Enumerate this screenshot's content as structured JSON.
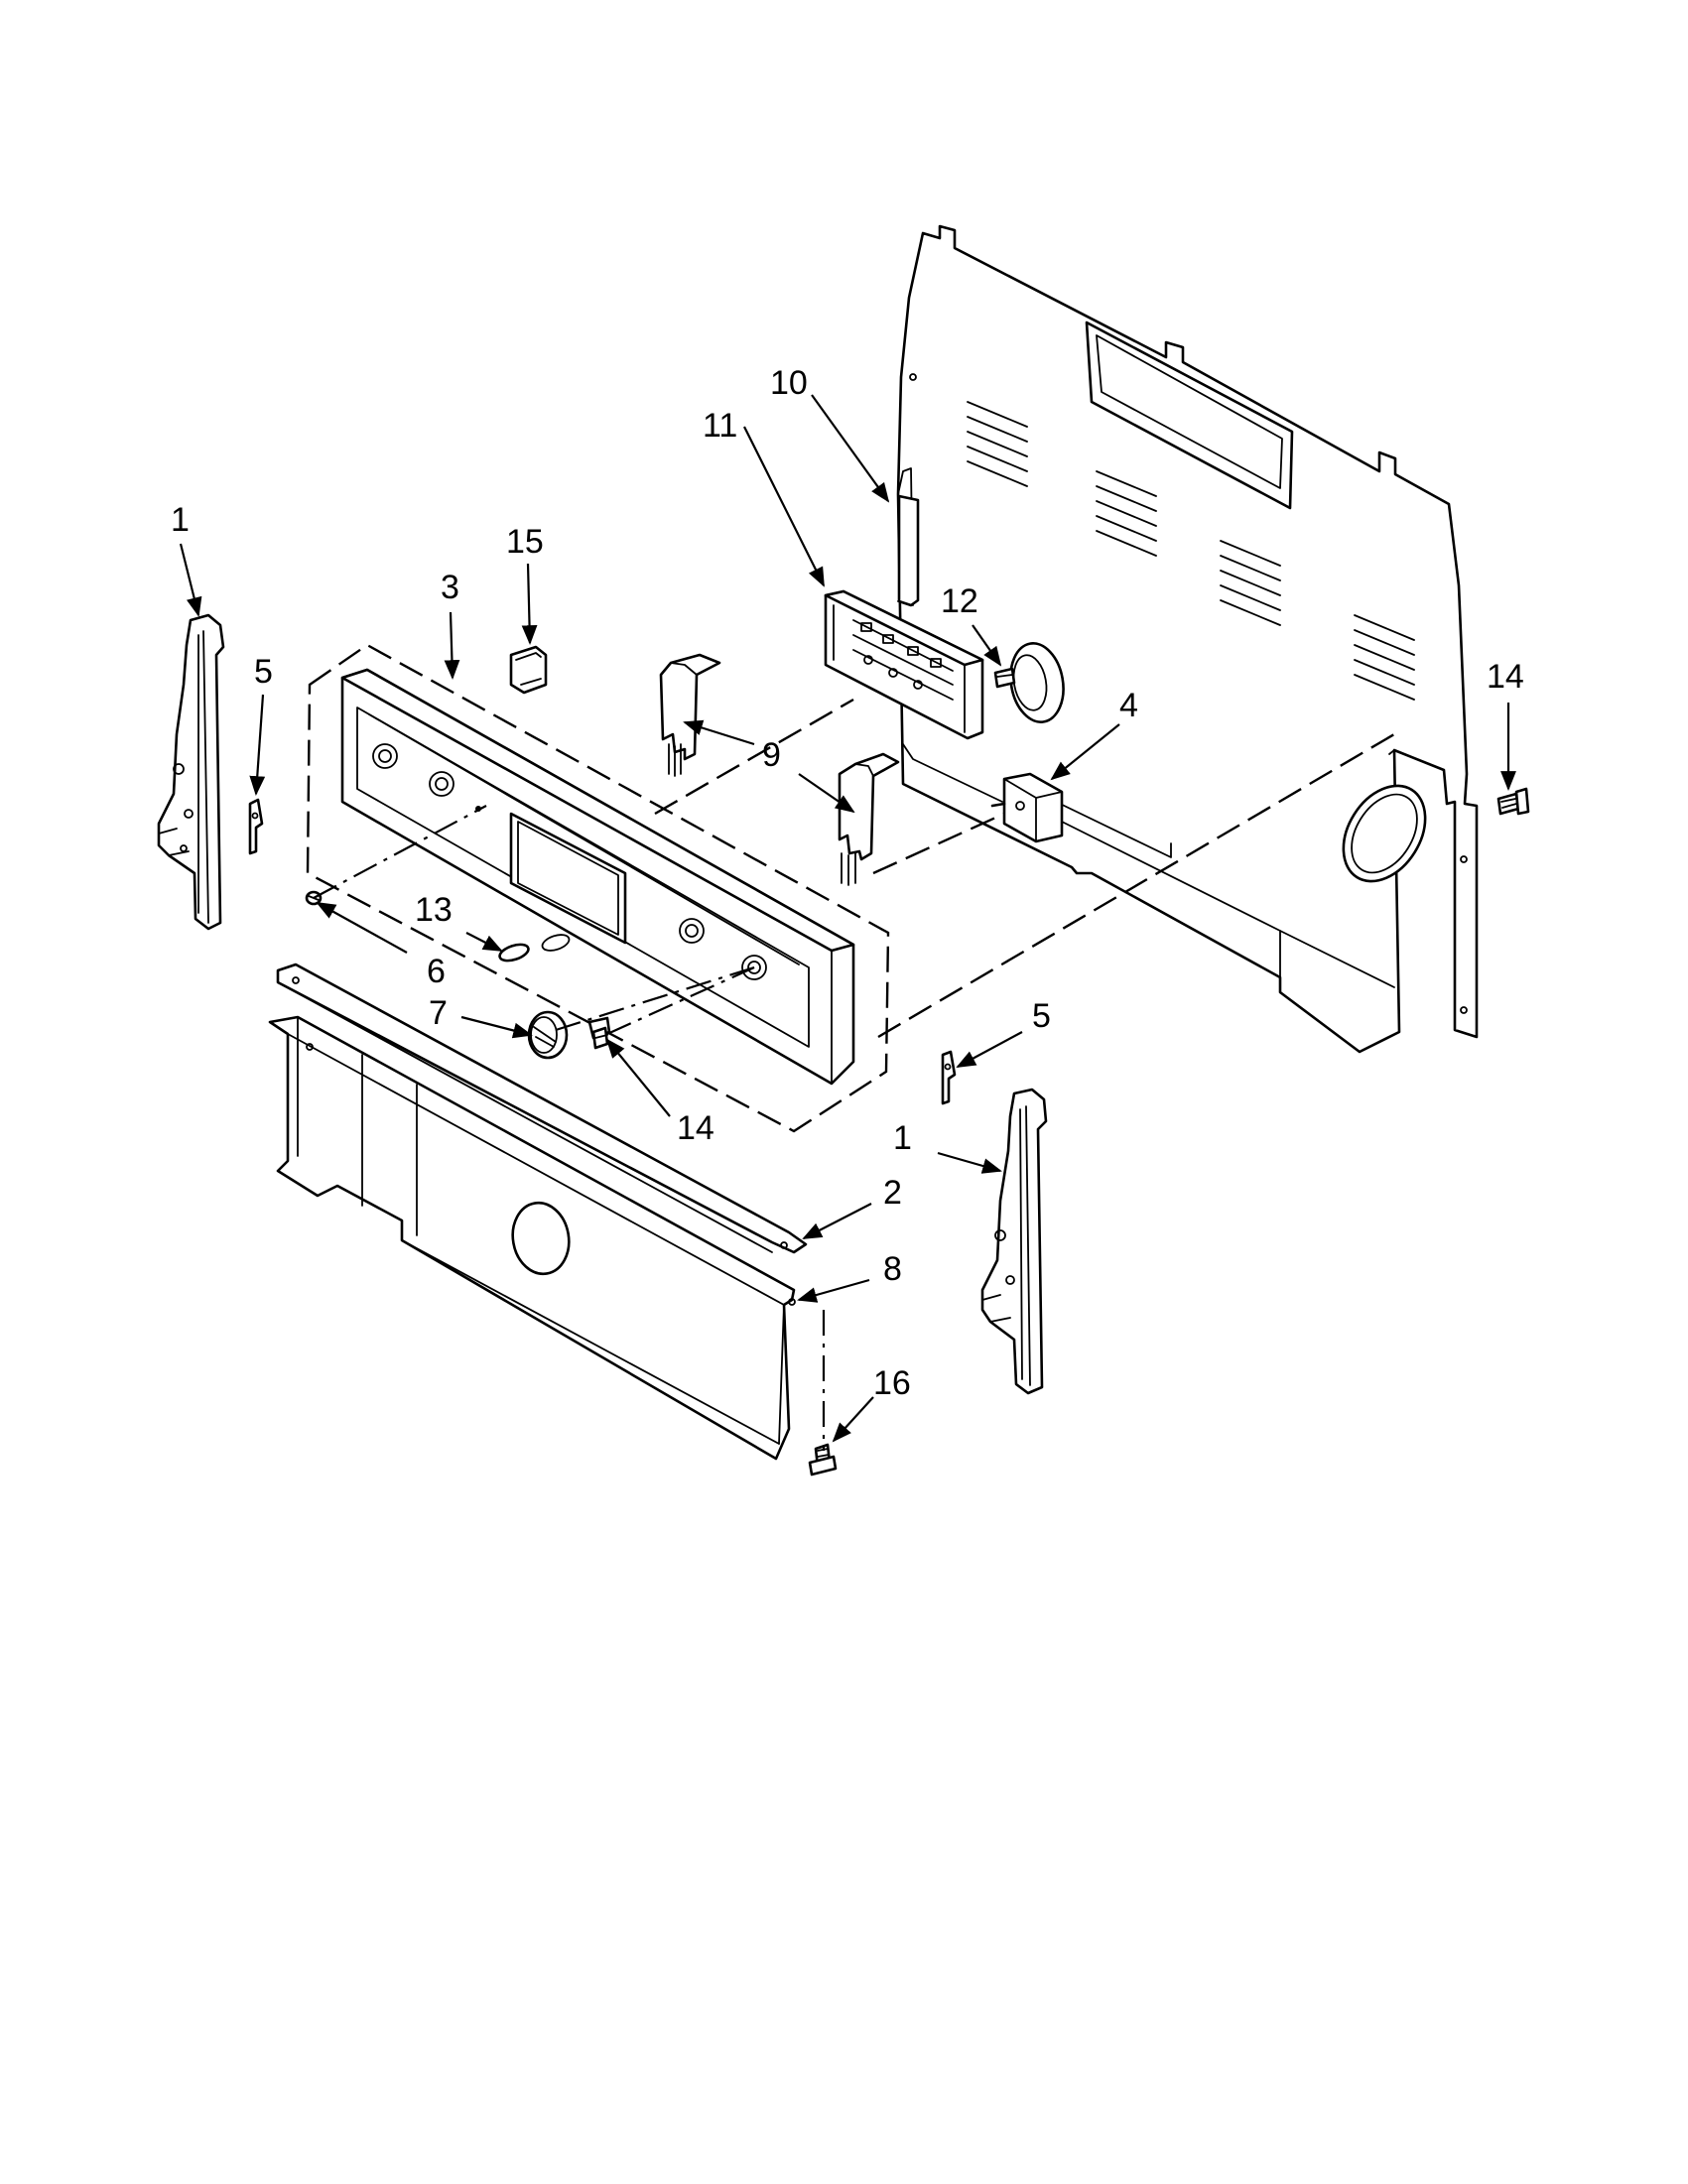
{
  "callouts": [
    {
      "id": "c1a",
      "label": "1"
    },
    {
      "id": "c5a",
      "label": "5"
    },
    {
      "id": "c15",
      "label": "15"
    },
    {
      "id": "c3",
      "label": "3"
    },
    {
      "id": "c11",
      "label": "11"
    },
    {
      "id": "c10",
      "label": "10"
    },
    {
      "id": "c12",
      "label": "12"
    },
    {
      "id": "c9",
      "label": "9"
    },
    {
      "id": "c4",
      "label": "4"
    },
    {
      "id": "c14a",
      "label": "14"
    },
    {
      "id": "c13",
      "label": "13"
    },
    {
      "id": "c6",
      "label": "6"
    },
    {
      "id": "c7",
      "label": "7"
    },
    {
      "id": "c14b",
      "label": "14"
    },
    {
      "id": "c5b",
      "label": "5"
    },
    {
      "id": "c1b",
      "label": "1"
    },
    {
      "id": "c2",
      "label": "2"
    },
    {
      "id": "c8",
      "label": "8"
    },
    {
      "id": "c16",
      "label": "16"
    }
  ]
}
